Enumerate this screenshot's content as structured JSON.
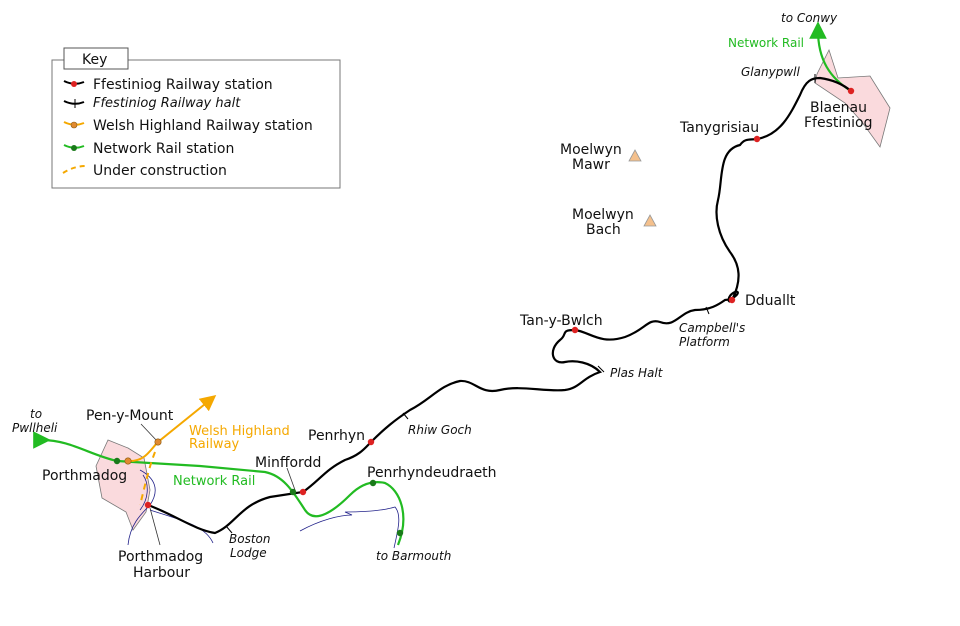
{
  "key": {
    "title": "Key",
    "items": [
      {
        "label": "Ffestiniog Railway station",
        "italic": false
      },
      {
        "label": "Ffestiniog Railway halt",
        "italic": true
      },
      {
        "label": "Welsh Highland Railway station",
        "italic": false
      },
      {
        "label": "Network Rail station",
        "italic": false
      },
      {
        "label": "Under construction",
        "italic": false
      }
    ]
  },
  "colors": {
    "ffestiniog_line": "#000000",
    "ffestiniog_station": "#dd2222",
    "welsh_highland": "#f5a800",
    "welsh_highland_station": "#e08a30",
    "network_rail": "#22bb22",
    "network_rail_station": "#1a7a1a",
    "town": "#fadadd",
    "mountain": "#f4c08c",
    "river": "#22228a"
  },
  "stations": {
    "porthmadog": "Porthmadog",
    "porthmadog_harbour_1": "Porthmadog",
    "porthmadog_harbour_2": "Harbour",
    "boston_lodge_1": "Boston",
    "boston_lodge_2": "Lodge",
    "minffordd": "Minffordd",
    "penrhyn": "Penrhyn",
    "rhiw_goch": "Rhiw Goch",
    "penrhyndeudraeth": "Penrhyndeudraeth",
    "plas_halt": "Plas Halt",
    "tan_y_bwlch": "Tan-y-Bwlch",
    "campbells_1": "Campbell's",
    "campbells_2": "Platform",
    "dduallt": "Dduallt",
    "tanygrisiau": "Tanygrisiau",
    "glanypwll": "Glanypwll",
    "blaenau_1": "Blaenau",
    "blaenau_2": "Ffestiniog",
    "pen_y_mount": "Pen-y-Mount"
  },
  "lines": {
    "welsh_highland_1": "Welsh Highland",
    "welsh_highland_2": "Railway",
    "network_rail_south": "Network Rail",
    "network_rail_north": "Network Rail"
  },
  "destinations": {
    "pwllheli_1": "to",
    "pwllheli_2": "Pwllheli",
    "barmouth": "to Barmouth",
    "conwy": "to Conwy"
  },
  "mountains": {
    "moelwyn_mawr_1": "Moelwyn",
    "moelwyn_mawr_2": "Mawr",
    "moelwyn_bach_1": "Moelwyn",
    "moelwyn_bach_2": "Bach"
  }
}
